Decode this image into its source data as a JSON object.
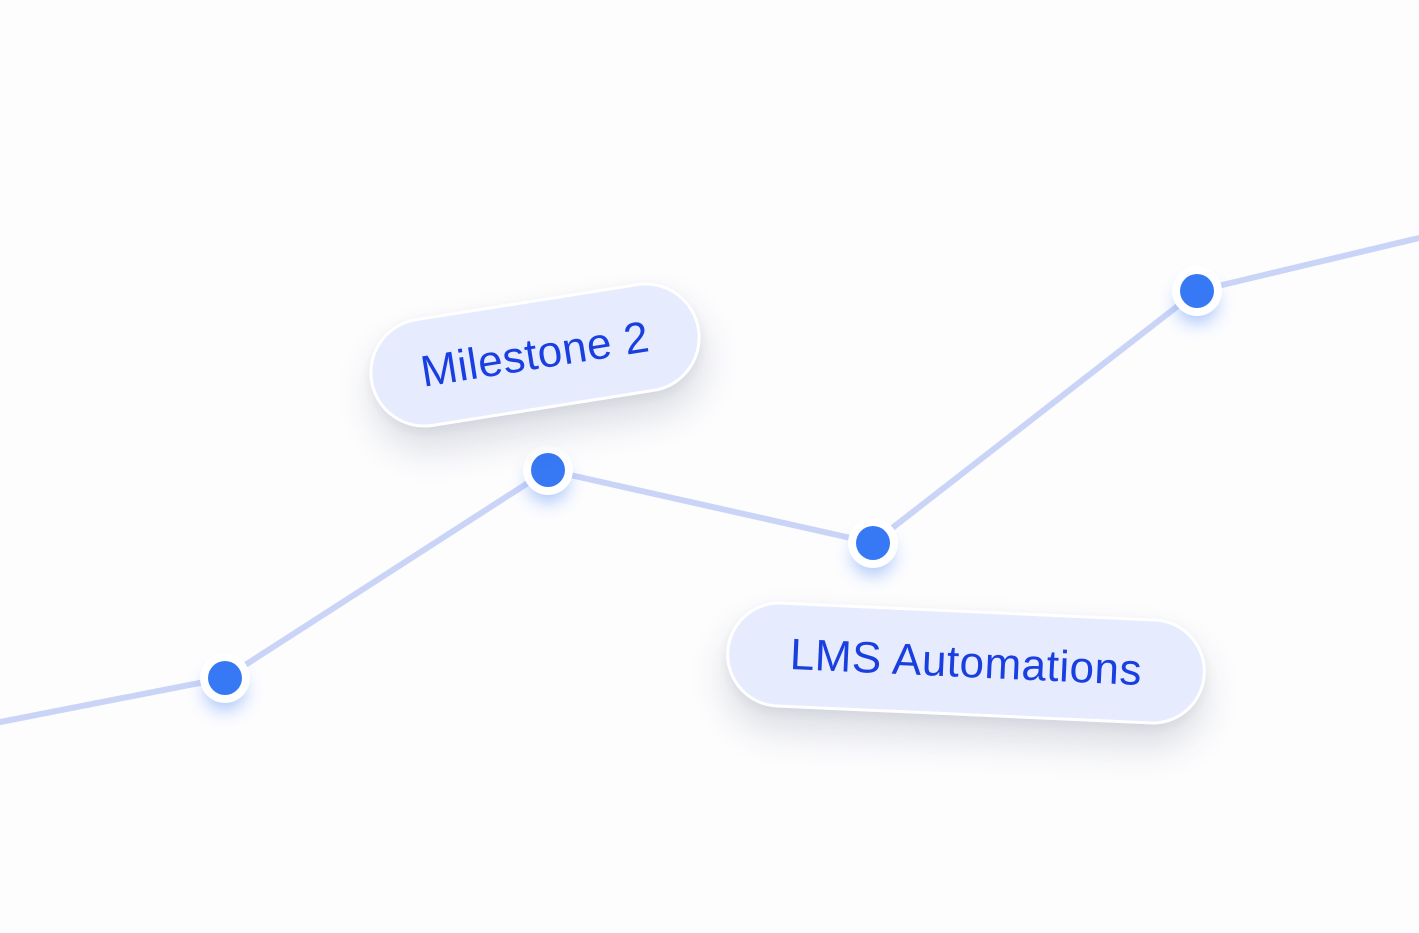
{
  "colors": {
    "background": "#fdfdfe",
    "gridline": "#ececf0",
    "line": "#c9d4f7",
    "point_fill": "#3778f4",
    "point_ring": "#ffffff",
    "point_glow": "#3d7cf5",
    "pill_background": "#e6ebfd",
    "pill_text": "#1a3fe0"
  },
  "chart_data": {
    "type": "line",
    "gridlines": "vertical",
    "series": [
      {
        "points": [
          "p1",
          "p2",
          "p3",
          "p4"
        ],
        "markers": true
      }
    ]
  },
  "annotations": {
    "milestone": {
      "label": "Milestone 2",
      "point": "p2"
    },
    "lms": {
      "label": "LMS Automations",
      "point": "p3"
    }
  }
}
